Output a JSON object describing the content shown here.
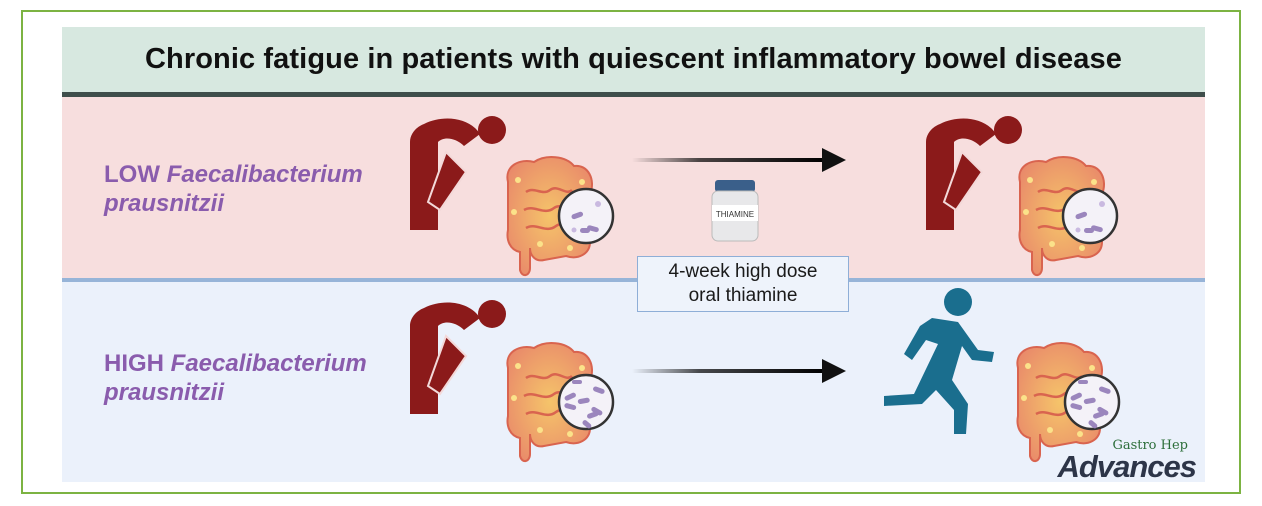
{
  "title": "Chronic fatigue in patients with quiescent inflammatory bowel disease",
  "groups": {
    "low": {
      "level": "LOW",
      "species_line1": "Faecalibacterium",
      "species_line2": "prausnitzii"
    },
    "high": {
      "level": "HIGH",
      "species_line1": "Faecalibacterium",
      "species_line2": "prausnitzii"
    }
  },
  "treatment": {
    "bottle_label": "THIAMINE",
    "line1": "4-week high dose",
    "line2": "oral thiamine"
  },
  "outcomes": {
    "low_after": "fatigued-person-icon",
    "high_after": "running-person-icon"
  },
  "logo": {
    "top": "Gastro Hep",
    "main": "Advances"
  },
  "colors": {
    "frame": "#7cb342",
    "title_bg": "#d7e8e0",
    "low_bg": "#f7dede",
    "high_bg": "#ebf1fb",
    "label": "#8a5cad",
    "fatigued_figure": "#8b1a1a",
    "running_figure": "#1a6e8e"
  }
}
